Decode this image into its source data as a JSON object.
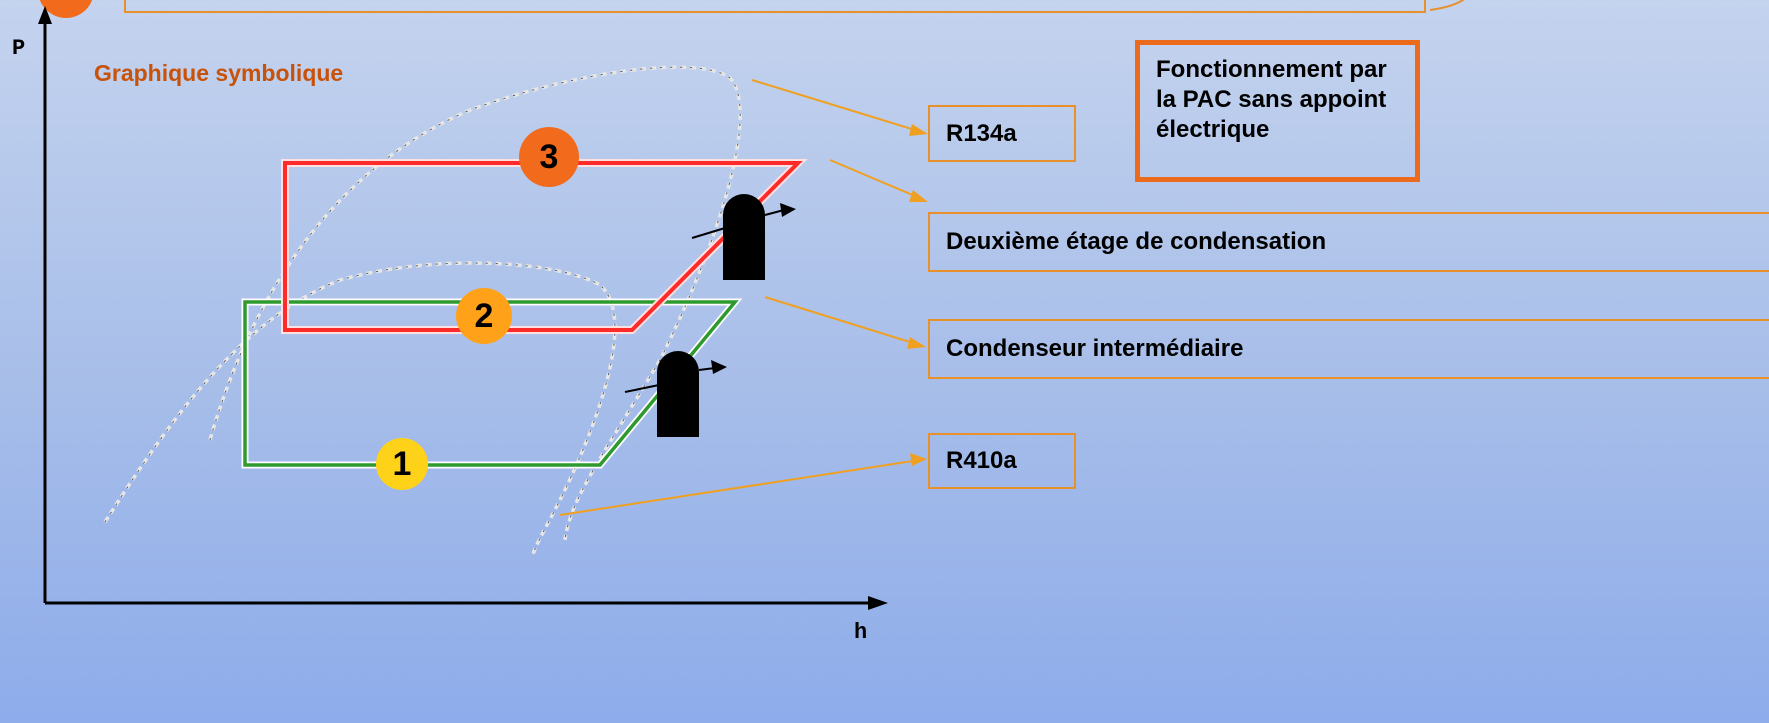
{
  "title": "Graphique symbolique",
  "axes": {
    "y": "P",
    "x": "h"
  },
  "note_box": "Fonctionnement par la PAC sans appoint électrique",
  "labels": {
    "r134a": "R134a",
    "second_stage": "Deuxième étage de condensation",
    "intermediate": "Condenseur intermédiaire",
    "r410a": "R410a"
  },
  "markers": [
    "1",
    "2",
    "3"
  ],
  "colors": {
    "title": "#c8520a",
    "box_border": "#e8902a",
    "note_border": "#ec6a1c",
    "cycle_high": "#ff2a2a",
    "cycle_low": "#2e9a2e",
    "marker_1": "#ffd21a",
    "marker_2": "#ffa21a",
    "marker_3": "#f26b1c"
  }
}
